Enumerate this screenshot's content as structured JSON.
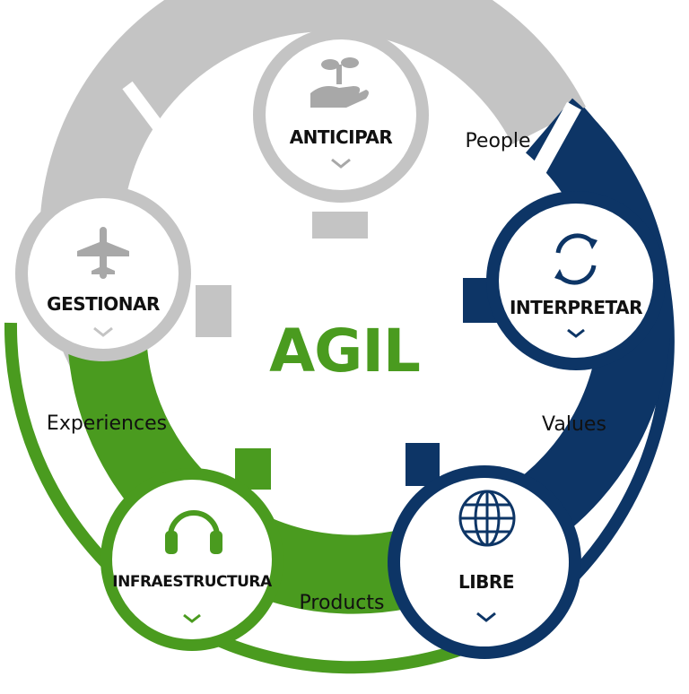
{
  "center": {
    "title": "AGIL"
  },
  "nodes": [
    {
      "id": "anticipar",
      "label": "ANTICIPAR",
      "icon": "plant-in-hand-icon",
      "color": "#c4c4c4"
    },
    {
      "id": "interpretar",
      "label": "INTERPRETAR",
      "icon": "refresh-icon",
      "color": "#0d3566"
    },
    {
      "id": "libre",
      "label": "LIBRE",
      "icon": "globe-icon",
      "color": "#0d3566"
    },
    {
      "id": "infraestructura",
      "label": "INFRAESTRUCTURA",
      "icon": "headphones-icon",
      "color": "#4a9b1f"
    },
    {
      "id": "gestionar",
      "label": "GESTIONAR",
      "icon": "airplane-icon",
      "color": "#c4c4c4"
    }
  ],
  "edge_labels": {
    "people": "People",
    "values": "Values",
    "products": "Products",
    "experiences": "Experiences"
  },
  "colors": {
    "gray": "#c4c4c4",
    "navy": "#0d3566",
    "green": "#4a9b1f"
  }
}
